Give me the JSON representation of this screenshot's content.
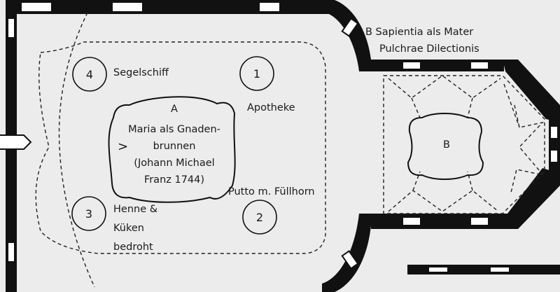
{
  "medallions": {
    "m1": {
      "number": "1",
      "label": "Apotheke"
    },
    "m2": {
      "number": "2",
      "label": "Putto m. Füllhorn"
    },
    "m3": {
      "number": "3",
      "label_lines": [
        "Henne &",
        "Küken",
        "bedroht"
      ]
    },
    "m4": {
      "number": "4",
      "label": "Segelschiff"
    }
  },
  "central_fresco": {
    "letter": "A",
    "lines": [
      "Maria als Gnaden-",
      "brunnen",
      "(Johann Michael",
      "Franz 1744)"
    ],
    "direction_mark": ">"
  },
  "choir_fresco": {
    "letter": "B",
    "caption_lines": [
      "B  Sapientia als Mater",
      "Pulchrae Dilectionis"
    ]
  },
  "colors": {
    "wall": "#111111",
    "background": "#ececec",
    "window": "#ffffff"
  }
}
